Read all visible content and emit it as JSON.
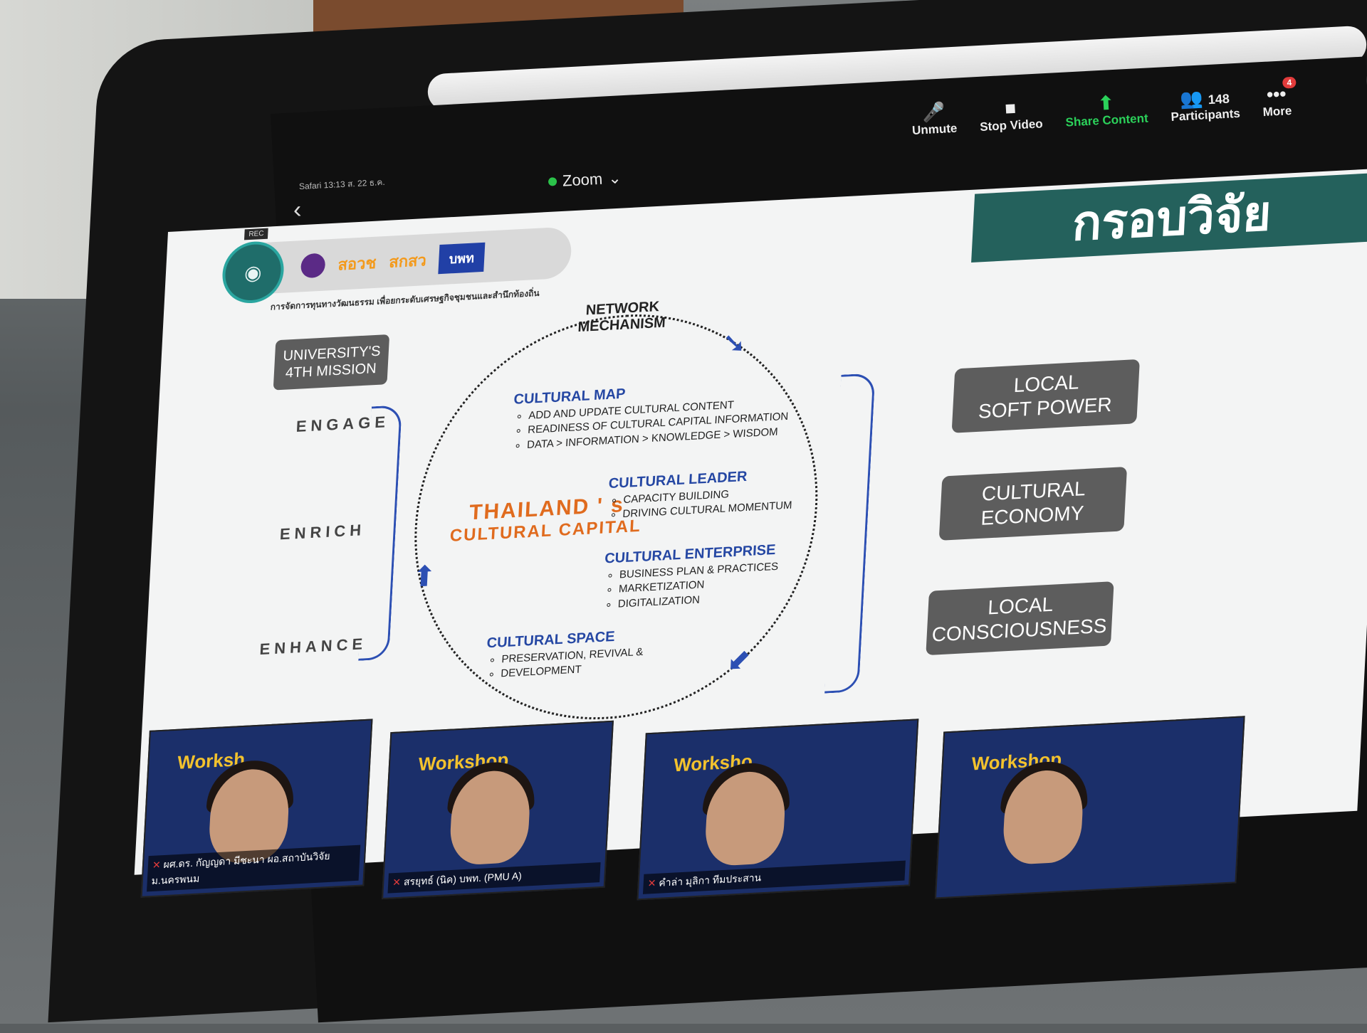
{
  "status": {
    "time_text": "Safari 13:13 ส. 22 ธ.ค."
  },
  "zoom": {
    "label": "Zoom"
  },
  "controls": {
    "unmute": "Unmute",
    "stop_video": "Stop Video",
    "share": "Share Content",
    "participants": "Participants",
    "participants_count": "148",
    "more": "More",
    "more_badge": "4"
  },
  "slide": {
    "title": "กรอบวิจัย",
    "rec": "REC",
    "logos": [
      "สอวช",
      "สกสว",
      "บพท"
    ],
    "subtitle": "การจัดการทุนทางวัฒนธรรม เพื่อยกระดับเศรษฐกิจชุมชนและสำนึกท้องถิ่น",
    "mission": [
      "UNIVERSITY'S",
      "4TH MISSION"
    ],
    "ladder": [
      "ENGAGE",
      "ENRICH",
      "ENHANCE"
    ],
    "network": [
      "NETWORK",
      "MECHANISM"
    ],
    "center": [
      "THAILAND ' s",
      "CULTURAL  CAPITAL"
    ],
    "blocks": [
      {
        "title": "CULTURAL MAP",
        "items": [
          "ADD AND UPDATE CULTURAL CONTENT",
          "READINESS OF CULTURAL CAPITAL INFORMATION",
          "DATA > INFORMATION > KNOWLEDGE > WISDOM"
        ]
      },
      {
        "title": "CULTURAL LEADER",
        "items": [
          "CAPACITY BUILDING",
          "DRIVING CULTURAL MOMENTUM"
        ]
      },
      {
        "title": "CULTURAL ENTERPRISE",
        "items": [
          "BUSINESS PLAN & PRACTICES",
          "MARKETIZATION",
          "DIGITALIZATION"
        ]
      },
      {
        "title": "CULTURAL SPACE",
        "items": [
          "PRESERVATION, REVIVAL &",
          "DEVELOPMENT"
        ]
      }
    ],
    "outcomes": [
      [
        "LOCAL",
        "SOFT POWER"
      ],
      [
        "CULTURAL",
        "ECONOMY"
      ],
      [
        "LOCAL",
        "CONSCIOUSNESS"
      ]
    ]
  },
  "gallery": [
    {
      "workshop": "Worksh",
      "name": "ผศ.ดร. กัญญดา มีชะนา ผอ.สถาบันวิจัย ม.นครพนม"
    },
    {
      "workshop": "Workshop",
      "name": "สรยุทธ์ (นิค) บพท. (PMU A)"
    },
    {
      "workshop": "Worksho",
      "name": "คำล่า มุลิกา ทีมประสาน"
    },
    {
      "workshop": "Workshop",
      "name": ""
    }
  ]
}
